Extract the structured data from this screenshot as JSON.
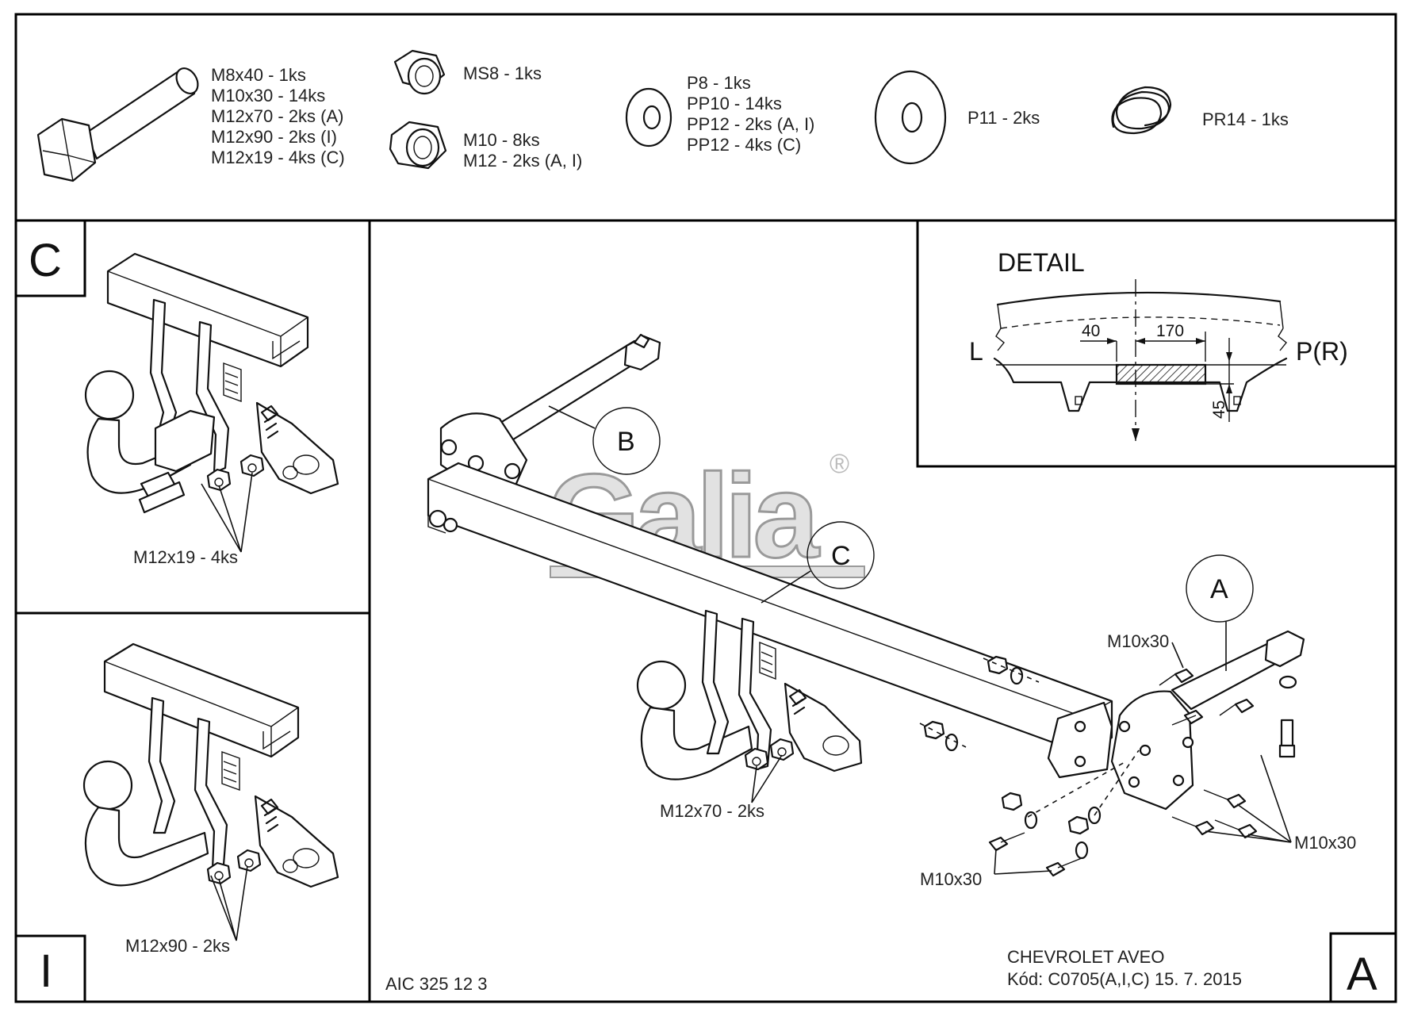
{
  "parts_header": {
    "bolts": [
      "M8x40 - 1ks",
      "M10x30 - 14ks",
      "M12x70 - 2ks (A)",
      "M12x90 - 2ks (I)",
      "M12x19 - 4ks (C)"
    ],
    "lock_nut": "MS8 - 1ks",
    "nuts": [
      "M10 - 8ks",
      "M12 - 2ks (A, I)"
    ],
    "washers": [
      "P8 - 1ks",
      "PP10 - 14ks",
      "PP12 - 2ks (A, I)",
      "PP12 - 4ks (C)"
    ],
    "large_washer": "P11 - 2ks",
    "spring": "PR14 - 1ks"
  },
  "panel_c": {
    "letter": "C",
    "bolt_label": "M12x19 - 4ks"
  },
  "panel_i": {
    "letter": "I",
    "bolt_label": "M12x90 - 2ks"
  },
  "panel_a": {
    "letter": "A"
  },
  "main": {
    "callouts": [
      "B",
      "C",
      "A"
    ],
    "labels": {
      "ball_bolt": "M12x70 - 2ks",
      "top_bolt": "M10x30",
      "right_bolts": "M10x30",
      "bottom_bolts": "M10x30"
    },
    "watermark": "Galia",
    "watermark_mark": "®"
  },
  "detail": {
    "title": "DETAIL",
    "left": "L",
    "right": "P(R)",
    "dim_left": "40",
    "dim_right": "170",
    "dim_height": "45"
  },
  "footer": {
    "code": "AIC 325 12 3",
    "vehicle": "CHEVROLET AVEO",
    "kod": "Kód: C0705(A,I,C)  15. 7. 2015"
  }
}
